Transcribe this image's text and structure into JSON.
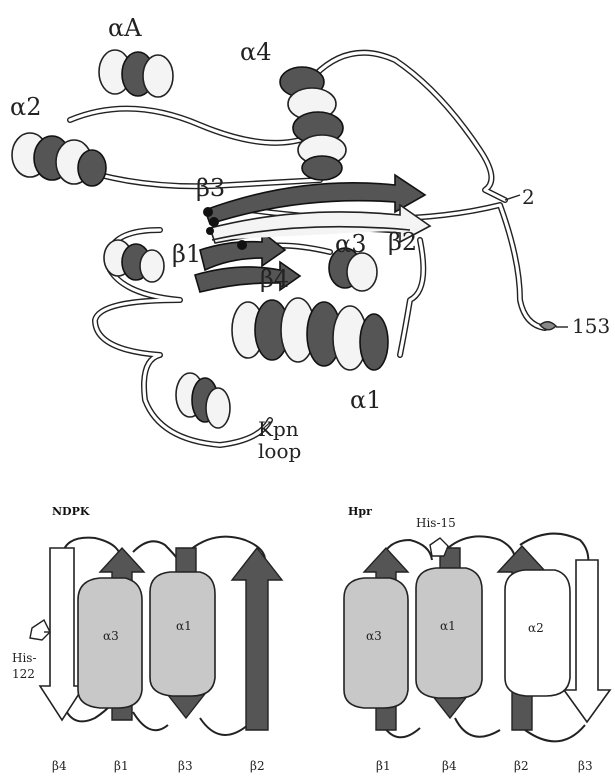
{
  "ribbon": {
    "labels": {
      "alphaA": "αA",
      "alpha4": "α4",
      "alpha2": "α2",
      "beta3": "β3",
      "beta1": "β1",
      "beta4": "β4",
      "alpha3": "α3",
      "beta2": "β2",
      "alpha1": "α1",
      "res2": "2",
      "res153": "153",
      "kpn1": "Kpn",
      "kpn2": "loop"
    }
  },
  "ndpk": {
    "title": "NDPK",
    "helices": [
      "α3",
      "α1"
    ],
    "strands": [
      "β4",
      "β1",
      "β3",
      "β2"
    ],
    "residue_line1": "His-",
    "residue_line2": "122"
  },
  "hpr": {
    "title": "Hpr",
    "helices": [
      "α3",
      "α1",
      "α2"
    ],
    "strands": [
      "β1",
      "β4",
      "β2",
      "β3"
    ],
    "residue": "His-15"
  },
  "colors": {
    "dark_strand": "#555555",
    "helix_fill": "#c8c8c8",
    "outline": "#222222"
  }
}
